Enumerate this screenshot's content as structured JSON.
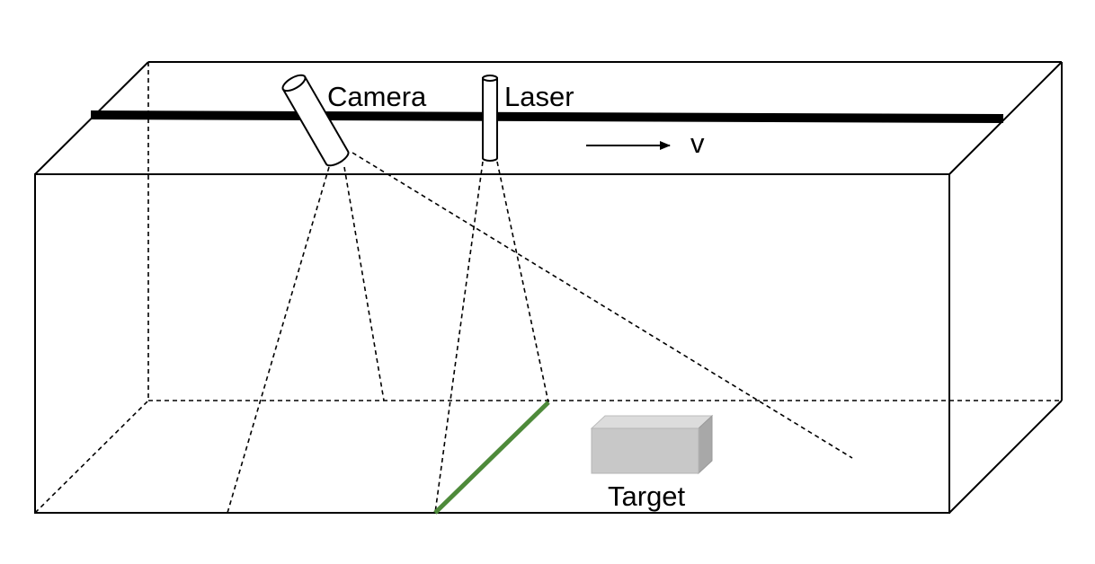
{
  "labels": {
    "camera": "Camera",
    "laser": "Laser",
    "velocity": "v",
    "target": "Target"
  },
  "colors": {
    "line": "#000000",
    "laser_line": "#4e8a3a",
    "target_front": "#c8c8c8",
    "target_top": "#dcdcdc",
    "target_side": "#a8a8a8"
  }
}
